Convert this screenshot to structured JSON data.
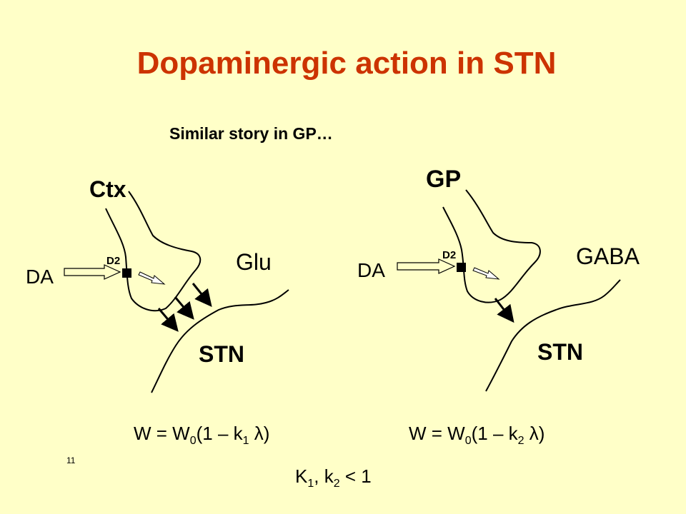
{
  "slide": {
    "title": "Dopaminergic action in STN",
    "subtitle": "Similar story in GP…",
    "page_number": "11"
  },
  "left_panel": {
    "source_label": "Ctx",
    "input_label": "DA",
    "receptor_label": "D2",
    "transmitter_label": "Glu",
    "target_label": "STN"
  },
  "right_panel": {
    "source_label": "GP",
    "input_label": "DA",
    "receptor_label": "D2",
    "transmitter_label": "GABA",
    "target_label": "STN"
  },
  "equations": {
    "left": {
      "prefix": "W = W",
      "sub0": "0",
      "mid": "(1 – k",
      "sub1": "1",
      "suffix": " λ)"
    },
    "right": {
      "prefix": "W = W",
      "sub0": "0",
      "mid": "(1 – k",
      "sub1": "2",
      "suffix": " λ)"
    },
    "constraint": {
      "a": "K",
      "a_sub": "1",
      "sep": ",  k",
      "b_sub": "2",
      "rest": " < 1"
    }
  }
}
